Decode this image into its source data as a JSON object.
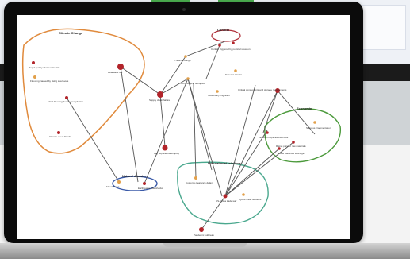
{
  "labels": {
    "climate_title": "Climate Change",
    "conflict_title": "Conflict",
    "economic_title": "Economic",
    "natural_title": "Natural disaster",
    "intl_title": "International relations",
    "n_rapid_fall": "Rapid quality of raw materials",
    "n_flooding_rain": "Flooding caused by rising sea levels",
    "n_flash_flood": "Flash flooding due to precipitation",
    "n_climate_floods": "Climate event floods",
    "n_heatwave": "Heatwave fire",
    "n_supply_chain": "Supply chain failure",
    "n_key_supplier": "Key supplier bankruptcy",
    "n_trade_embargo": "Trade embargo",
    "n_tech": "Technological disruption",
    "n_conflict1": "Conflict triggered by political situation",
    "n_terrorist": "Terrorist attacks",
    "n_involuntary": "Involuntary migration",
    "n_commod": "Commodity shortage",
    "n_critical": "Critical components and storage requirements",
    "n_raw_mat": "Raw materials shortage",
    "n_success_frag": "Success Fragmentation",
    "n_rising_price": "Rising price of raw materials",
    "n_infl": "Inflation in operational costs",
    "n_customs": "Customs clearance delays",
    "n_us_china": "US-China trade war",
    "n_quick": "Quick trade tensions",
    "n_flood_zones": "Flood zones",
    "n_earthquake": "Earthquake aftershocks",
    "n_pandemic": "Pandemic outbreak"
  },
  "colors": {
    "climate_border": "#e08a3c",
    "conflict_border": "#b0303a",
    "economic_border": "#4c9a3c",
    "natural_border": "#3a5aa8",
    "intl_border": "#4aa88e",
    "node_red": "#b2242a",
    "node_orange": "#e2a04a",
    "edge": "#555555"
  }
}
